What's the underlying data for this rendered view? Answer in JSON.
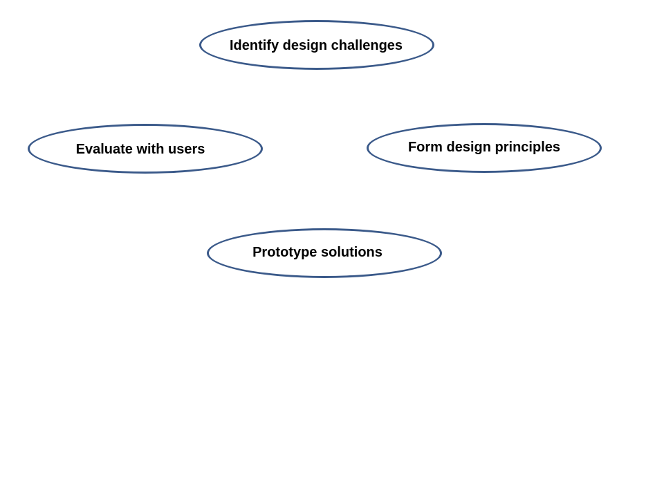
{
  "diagram": {
    "nodes": [
      {
        "id": "identify",
        "label": "Identify design challenges"
      },
      {
        "id": "evaluate",
        "label": "Evaluate with users"
      },
      {
        "id": "form",
        "label": "Form design principles"
      },
      {
        "id": "prototype",
        "label": "Prototype solutions"
      }
    ],
    "colors": {
      "node_border": "#3b5a8a",
      "node_fill": "#ffffff",
      "text": "#000000",
      "background": "#ffffff"
    }
  }
}
